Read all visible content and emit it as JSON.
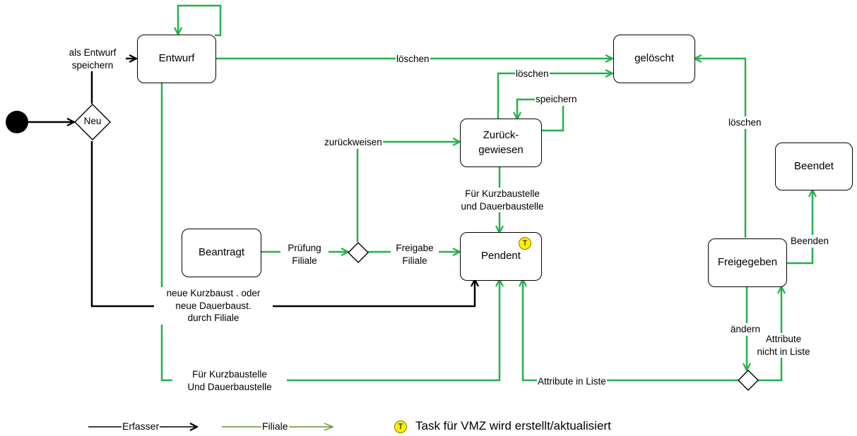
{
  "states": {
    "entwurf": "Entwurf",
    "geloescht": "gelöscht",
    "zurueckgewiesen": "Zurück-\ngewiesen",
    "beendet": "Beendet",
    "beantragt": "Beantragt",
    "pendent": "Pendent",
    "freigegeben": "Freigegeben"
  },
  "decisions": {
    "neu": "Neu"
  },
  "labels": {
    "als_entwurf_speichern": "als Entwurf\nspeichern",
    "loeschen_top": "löschen",
    "loeschen_mid": "löschen",
    "speichern": "speichern",
    "zurueckweisen": "zurückweisen",
    "kurz_dauer_1": "Für Kurzbaustelle\nund Dauerbaustelle",
    "loeschen_right": "löschen",
    "pruefung_filiale": "Prüfung\nFiliale",
    "freigabe_filiale": "Freigabe\nFiliale",
    "beenden": "Beenden",
    "neue_baustellen": "neue Kurzbaust   . oder\nneue Dauerbaust.\ndurch Filiale",
    "aendern": "ändern",
    "attribute_nicht_in_liste": "Attribute\nnicht in Liste",
    "kurz_dauer_2": "Für Kurzbaustelle\nUnd Dauerbaustelle",
    "attribute_in_liste": "Attribute in Liste"
  },
  "badge": "T",
  "legend": {
    "erfasser": "Erfasser",
    "filiale": "Filiale",
    "task_badge": "T",
    "task_text": "Task für VMZ wird erstellt/aktualisiert"
  },
  "colors": {
    "erfasser": "#000000",
    "filiale": "#22b14c",
    "legend_filiale": "#6b8e3a",
    "task_badge": "#ffee00"
  }
}
